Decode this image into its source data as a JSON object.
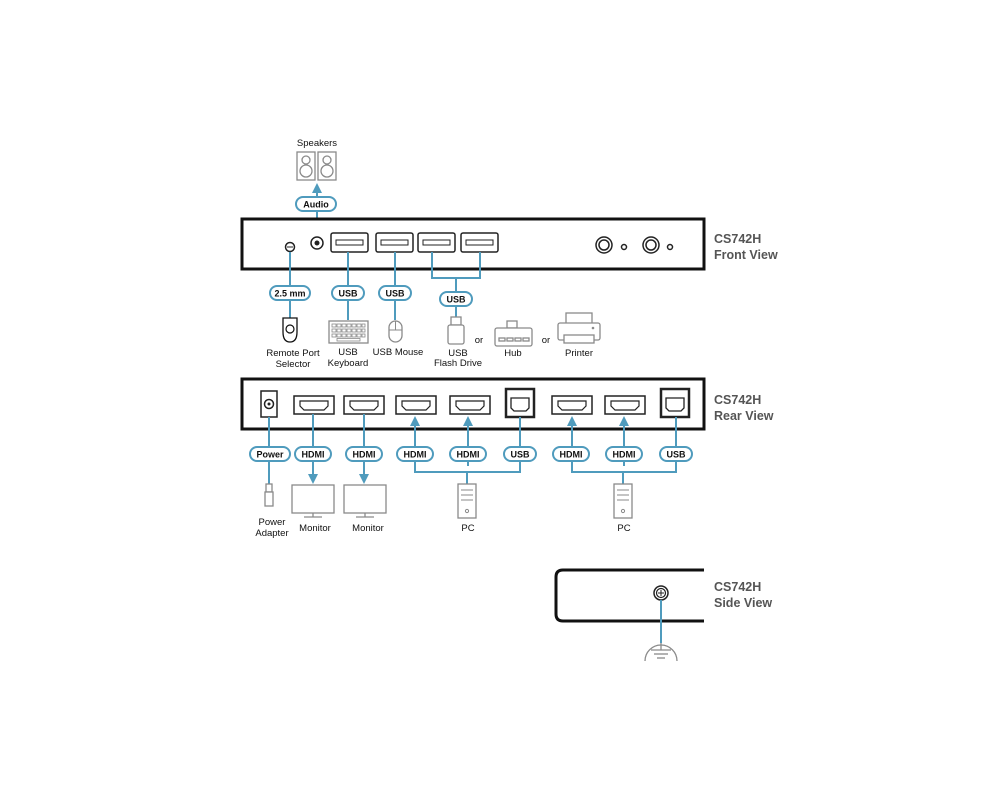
{
  "front_view": {
    "title_model": "CS742H",
    "title_view": "Front View",
    "labels": {
      "audio": "Audio",
      "remote": "2.5 mm",
      "usb_kb": "USB",
      "usb_mouse": "USB",
      "usb_hub": "USB"
    },
    "devices": {
      "speakers": "Speakers",
      "remote_line1": "Remote Port",
      "remote_line2": "Selector",
      "keyboard_line1": "USB",
      "keyboard_line2": "Keyboard",
      "mouse": "USB Mouse",
      "flash_line1": "USB",
      "flash_line2": "Flash Drive",
      "or1": "or",
      "hub": "Hub",
      "or2": "or",
      "printer": "Printer"
    }
  },
  "rear_view": {
    "title_model": "CS742H",
    "title_view": "Rear View",
    "labels": {
      "power": "Power",
      "hdmi_out1": "HDMI",
      "hdmi_out2": "HDMI",
      "hdmi_pc1a": "HDMI",
      "hdmi_pc1b": "HDMI",
      "usb_pc1": "USB",
      "hdmi_pc2a": "HDMI",
      "hdmi_pc2b": "HDMI",
      "usb_pc2": "USB"
    },
    "devices": {
      "adapter_line1": "Power",
      "adapter_line2": "Adapter",
      "monitor1": "Monitor",
      "monitor2": "Monitor",
      "pc1": "PC",
      "pc2": "PC"
    }
  },
  "side_view": {
    "title_model": "CS742H",
    "title_view": "Side View"
  }
}
